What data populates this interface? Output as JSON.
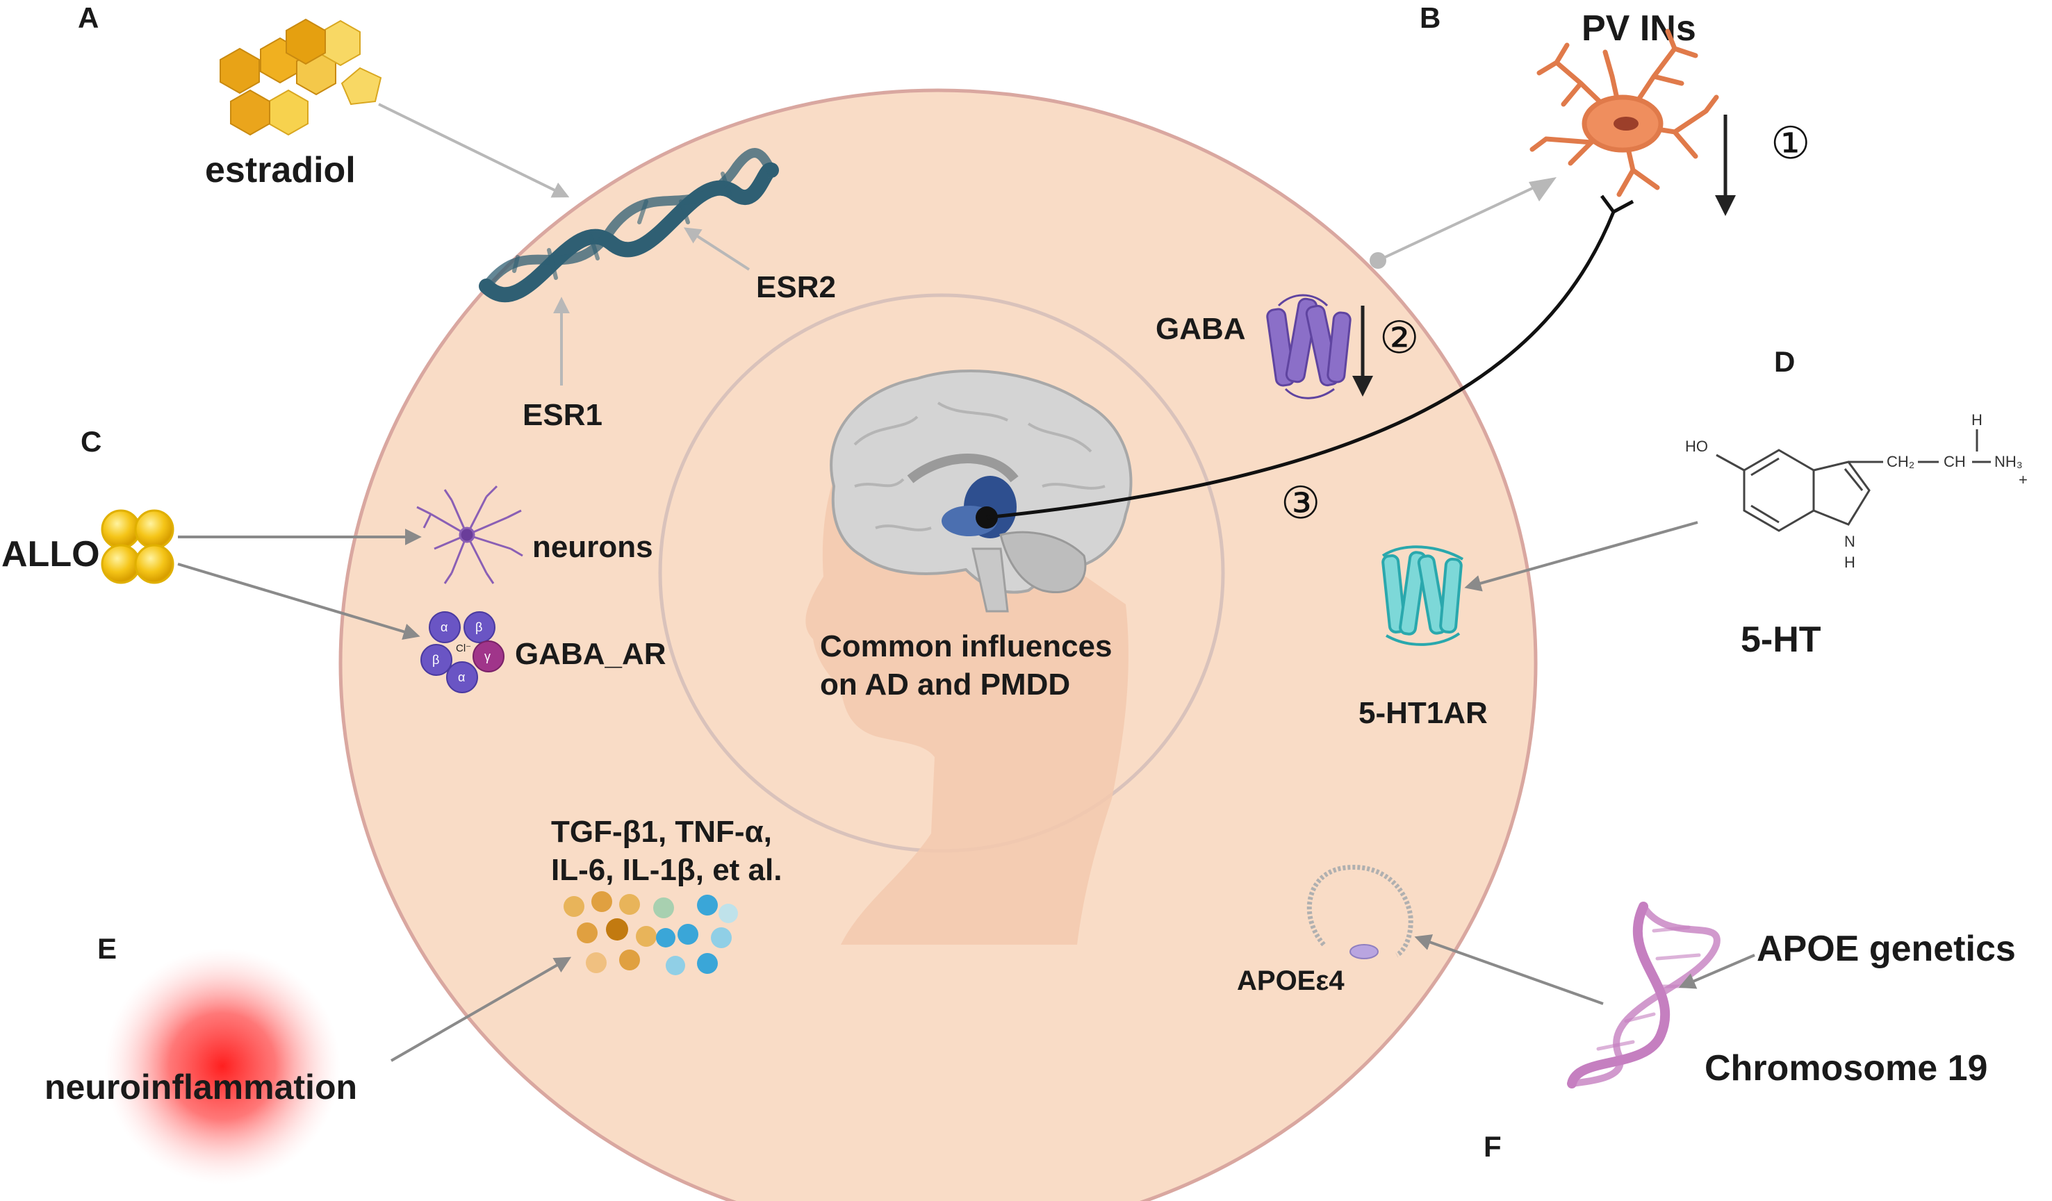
{
  "panels": {
    "a": "A",
    "b": "B",
    "c": "C",
    "d": "D",
    "e": "E",
    "f": "F"
  },
  "estradiol": {
    "label": "estradiol",
    "esr1": "ESR1",
    "esr2": "ESR2"
  },
  "pv": {
    "title": "PV INs",
    "step1": "①",
    "step2": "②",
    "step3": "③",
    "gaba": "GABA"
  },
  "allo": {
    "label": "ALLO",
    "neurons": "neurons",
    "gaba_ar": "GABA_AR",
    "subunits": [
      "α",
      "β",
      "β",
      "γ",
      "α"
    ],
    "ion": "Cl⁻"
  },
  "center": {
    "line1": "Common influences",
    "line2": "on AD and PMDD"
  },
  "serotonin": {
    "label": "5-HT",
    "receptor": "5-HT1AR",
    "atoms": {
      "ho": "HO",
      "h_top": "H",
      "ch2": "CH₂",
      "ch": "CH",
      "nh3": "NH₃",
      "plus": "+",
      "n": "N",
      "h_n": "H"
    }
  },
  "cytokines": {
    "line1": "TGF-β1, TNF-α,",
    "line2": "IL-6,  IL-1β, et al."
  },
  "inflammation": {
    "label": "neuroinflammation"
  },
  "apoe": {
    "label": "APOEε4",
    "genetics": "APOE genetics",
    "chromosome": "Chromosome 19"
  },
  "colors": {
    "circle_fill": "#f9dcc6",
    "circle_stroke": "#d9a7a0",
    "dna": "#2f5f73",
    "gaba": "#8b6fc8",
    "receptor": "#44c2c6",
    "inflammation": "#ff2a2a",
    "chromosome": "#c57fc0",
    "arrow": "#8a8a8a"
  }
}
